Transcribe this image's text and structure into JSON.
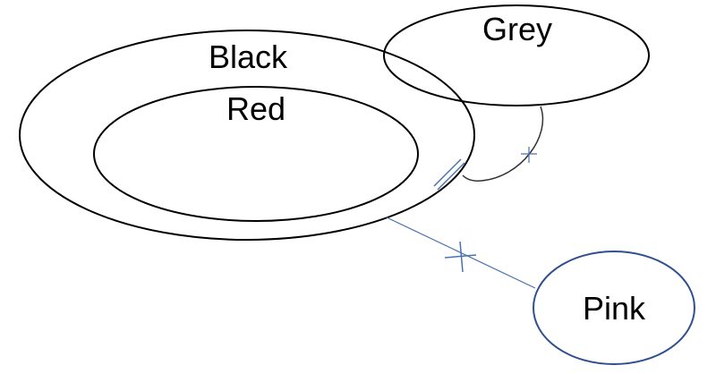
{
  "diagram": {
    "labels": {
      "black": "Black",
      "red": "Red",
      "grey": "Grey",
      "pink": "Pink"
    },
    "colors": {
      "outline": "#000000",
      "connector_blue": "#4a72b0",
      "pink_outline": "#2f4f8f",
      "background": "#ffffff"
    }
  }
}
